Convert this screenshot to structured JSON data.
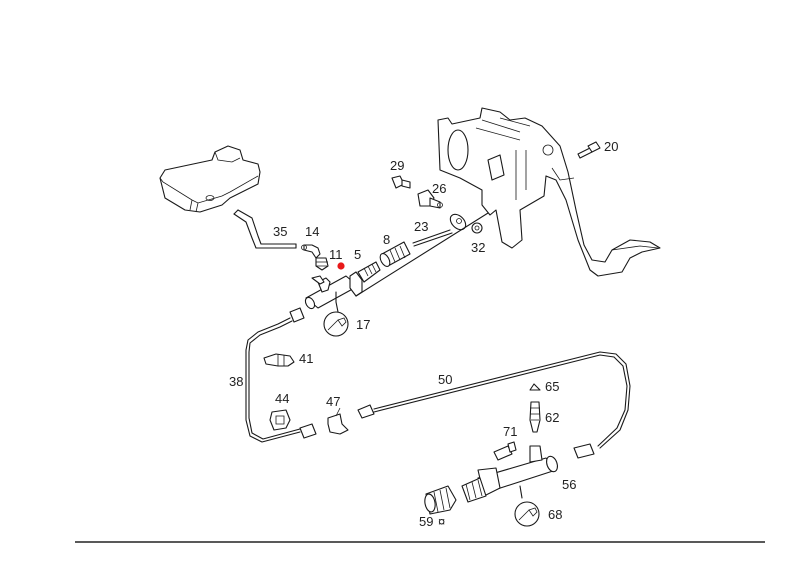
{
  "diagram": {
    "title": "Clutch hydraulic system - exploded parts view",
    "marker_color": "#e8191a",
    "line_color": "#1a1a1a",
    "labels": {
      "p20": "20",
      "p29": "29",
      "p26": "26",
      "p23": "23",
      "p32": "32",
      "p35": "35",
      "p14": "14",
      "p11": "11",
      "p5": "5",
      "p8": "8",
      "p17": "17",
      "p41": "41",
      "p38": "38",
      "p44": "44",
      "p47": "47",
      "p50": "50",
      "p65": "65",
      "p62": "62",
      "p71": "71",
      "p56": "56",
      "p59": "59",
      "p59_symbol": "¤",
      "p68": "68"
    },
    "parts": [
      {
        "id": "20",
        "name": "bolt"
      },
      {
        "id": "29",
        "name": "bolt"
      },
      {
        "id": "26",
        "name": "fitting"
      },
      {
        "id": "23",
        "name": "push rod"
      },
      {
        "id": "32",
        "name": "nut"
      },
      {
        "id": "35",
        "name": "hose"
      },
      {
        "id": "14",
        "name": "elbow connector"
      },
      {
        "id": "11",
        "name": "grommet"
      },
      {
        "id": "5",
        "name": "master cylinder"
      },
      {
        "id": "8",
        "name": "boot"
      },
      {
        "id": "17",
        "name": "repair kit (wrench symbol)"
      },
      {
        "id": "41",
        "name": "clip"
      },
      {
        "id": "38",
        "name": "hydraulic line"
      },
      {
        "id": "44",
        "name": "clip"
      },
      {
        "id": "47",
        "name": "bracket"
      },
      {
        "id": "50",
        "name": "hydraulic line"
      },
      {
        "id": "65",
        "name": "dust cap"
      },
      {
        "id": "62",
        "name": "bleeder screw"
      },
      {
        "id": "71",
        "name": "bolt"
      },
      {
        "id": "56",
        "name": "slave cylinder"
      },
      {
        "id": "59",
        "name": "boot"
      },
      {
        "id": "68",
        "name": "repair kit (wrench symbol)"
      }
    ]
  }
}
